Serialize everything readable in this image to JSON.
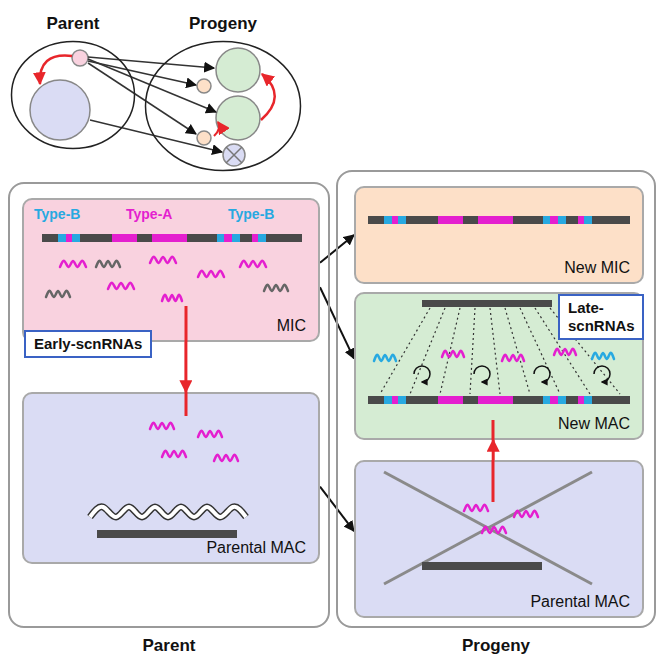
{
  "diagram": {
    "nodes": [
      {
        "text": [
          "Parent"
        ]
      },
      {
        "text": [
          "Progeny"
        ]
      },
      {
        "text": [
          "Parent"
        ]
      },
      {
        "text": [
          "MIC"
        ],
        "in": 2
      },
      {
        "text": [
          "Early-scnRNAs"
        ],
        "in": 2
      },
      {
        "text": [
          "Parental MAC"
        ],
        "in": 2
      },
      {
        "text": [
          "Progeny"
        ]
      },
      {
        "text": [
          "New MIC"
        ],
        "in": 6
      },
      {
        "text": [
          "New MAC"
        ],
        "in": 6
      },
      {
        "text": [
          "Late-scnRNAs"
        ],
        "in": 6
      },
      {
        "text": [
          "Parental MAC"
        ],
        "in": 6
      }
    ],
    "edges": [
      {
        "from": 3,
        "to": 7,
        "arrow": "to"
      },
      {
        "from": 3,
        "to": 8,
        "arrow": "to"
      },
      {
        "from": 5,
        "to": 10,
        "arrow": "to"
      },
      {
        "from": 3,
        "to": 5,
        "arrow": "to"
      },
      {
        "from": 10,
        "to": 8,
        "arrow": "to"
      }
    ],
    "labels": [
      "Type-B",
      "Type-A",
      "Type-B"
    ]
  }
}
